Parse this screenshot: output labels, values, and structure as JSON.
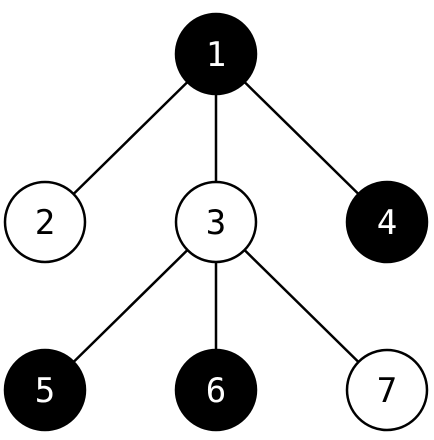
{
  "tree": {
    "nodes": [
      {
        "id": "1",
        "label": "1",
        "filled": true
      },
      {
        "id": "2",
        "label": "2",
        "filled": false
      },
      {
        "id": "3",
        "label": "3",
        "filled": false
      },
      {
        "id": "4",
        "label": "4",
        "filled": true
      },
      {
        "id": "5",
        "label": "5",
        "filled": true
      },
      {
        "id": "6",
        "label": "6",
        "filled": true
      },
      {
        "id": "7",
        "label": "7",
        "filled": false
      }
    ],
    "edges": [
      {
        "from": "1",
        "to": "2"
      },
      {
        "from": "1",
        "to": "3"
      },
      {
        "from": "1",
        "to": "4"
      },
      {
        "from": "3",
        "to": "5"
      },
      {
        "from": "3",
        "to": "6"
      },
      {
        "from": "3",
        "to": "7"
      }
    ],
    "colors": {
      "filled_fill": "#000000",
      "filled_text": "#ffffff",
      "empty_fill": "#ffffff",
      "empty_text": "#000000",
      "stroke": "#000000"
    }
  }
}
